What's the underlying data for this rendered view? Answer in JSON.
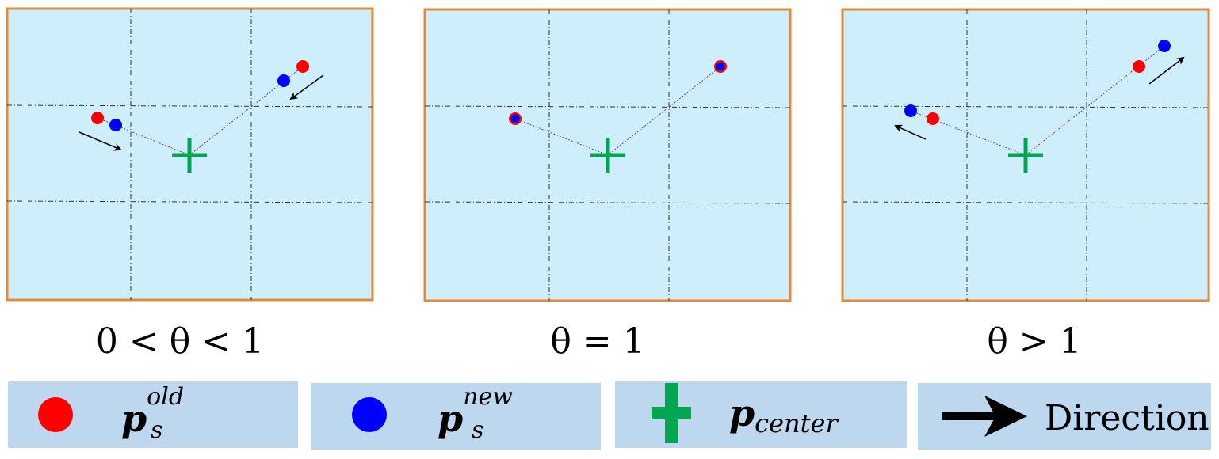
{
  "colors": {
    "panel_fill": "#cdeefa",
    "panel_border": "#e08a3c",
    "legend_fill": "#bdd7ee",
    "old_point": "#ff0000",
    "new_point": "#0000ff",
    "center": "#00a651",
    "arrow": "#000000",
    "link_line": "#7030a0"
  },
  "panels": [
    {
      "caption": "0 < θ < 1"
    },
    {
      "caption": "θ = 1"
    },
    {
      "caption": "θ > 1"
    }
  ],
  "legend": {
    "old": {
      "base": "p",
      "sub": "s",
      "sup": "old"
    },
    "new": {
      "base": "p",
      "sub": "s",
      "sup": "new"
    },
    "center": {
      "base": "p",
      "sub": "center"
    },
    "direction": {
      "label": "Direction"
    }
  }
}
